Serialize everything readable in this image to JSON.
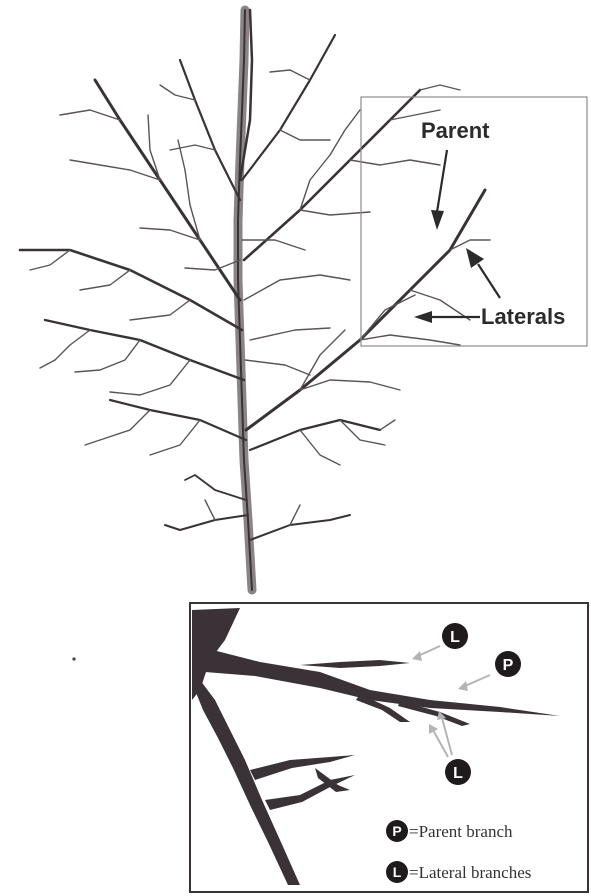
{
  "tree_figure": {
    "labels": {
      "parent": "Parent",
      "laterals": "Laterals"
    }
  },
  "detail_figure": {
    "badges": {
      "lateral": "L",
      "parent": "P"
    },
    "legend": [
      {
        "badge": "P",
        "text": "=Parent branch"
      },
      {
        "badge": "L",
        "text": "=Lateral branches"
      }
    ]
  },
  "colors": {
    "branch_dark": "#3a3236",
    "branch_fine": "#5b5357",
    "trunk": "#8a8487",
    "frame": "#8c8c8c",
    "arrow_grey": "#b4b4b4",
    "text": "#2b2b2b"
  }
}
